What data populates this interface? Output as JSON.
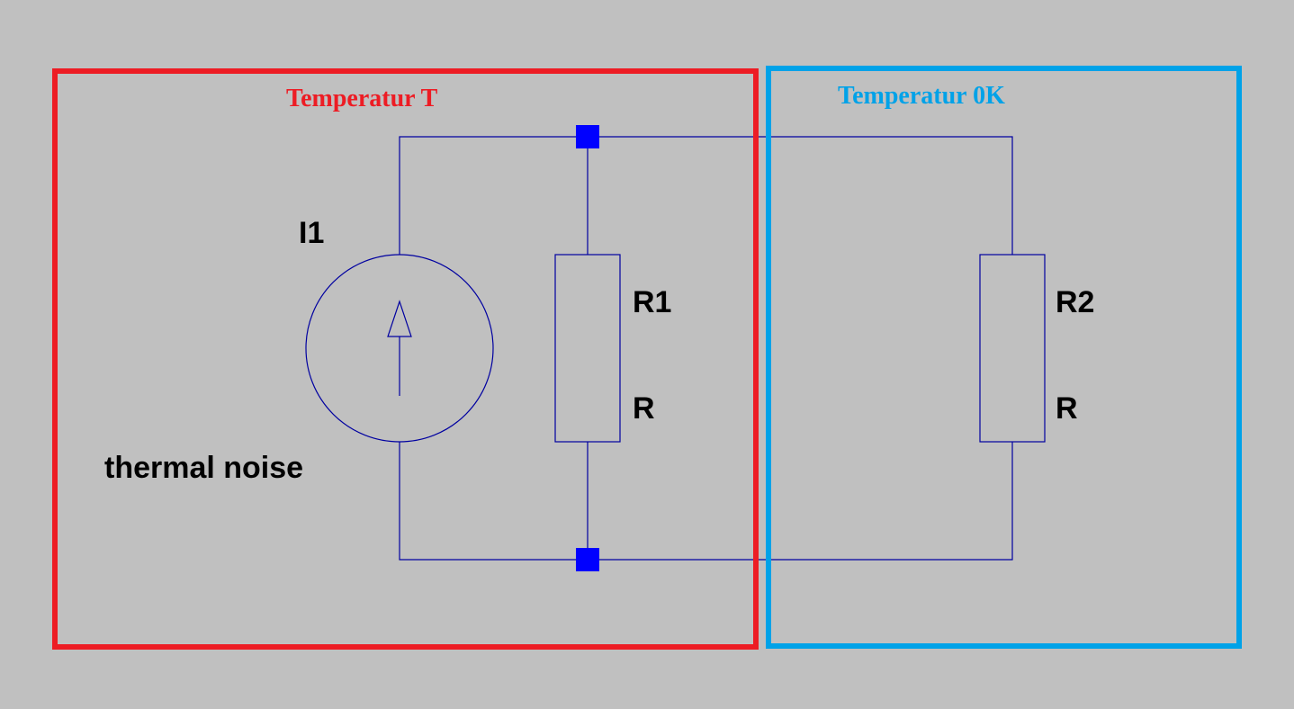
{
  "colors": {
    "background": "#c0c0c0",
    "wire": "#0000a0",
    "junction": "#0000ff",
    "region_hot": "#ed1c24",
    "region_cold": "#00a2e8",
    "text": "#000000"
  },
  "regions": {
    "hot": {
      "title": "Temperatur T"
    },
    "cold": {
      "title": "Temperatur 0K"
    }
  },
  "components": {
    "source": {
      "designator": "I1",
      "value": "thermal noise",
      "icon": "current-source-arrow"
    },
    "r1": {
      "designator": "R1",
      "value": "R"
    },
    "r2": {
      "designator": "R2",
      "value": "R"
    }
  }
}
